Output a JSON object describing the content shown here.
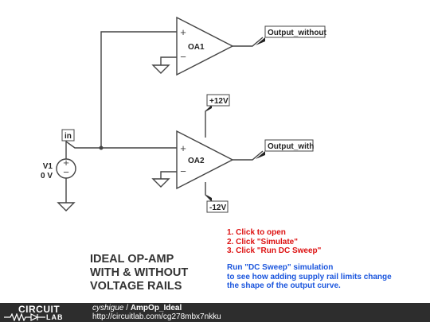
{
  "schematic": {
    "net_labels": {
      "in": "in",
      "output_without": "Output_without",
      "output_with": "Output_with",
      "pos_rail": "+12V",
      "neg_rail": "-12V"
    },
    "components": {
      "oa1": "OA1",
      "oa2": "OA2",
      "source_name": "V1",
      "source_value": "0 V"
    },
    "symbols": {
      "plus": "+",
      "minus": "−"
    }
  },
  "title": {
    "line1": "IDEAL OP-AMP",
    "line2": "WITH & WITHOUT",
    "line3": "VOLTAGE RAILS"
  },
  "instructions": {
    "step1": "1. Click to open",
    "step2": "2. Click \"Simulate\"",
    "step3": "3. Click \"Run DC Sweep\"",
    "note1": "Run \"DC Sweep\" simulation",
    "note2": "to see how adding supply rail limits change",
    "note3": "the shape of the output curve."
  },
  "footer": {
    "logo_top": "CIRCUIT",
    "logo_bottom": "LAB",
    "author": "cyshigue",
    "separator": " / ",
    "project": "AmpOp_Ideal",
    "url": "http://circuitlab.com/cg278mbx7nkku"
  },
  "colors": {
    "wire": "#444444",
    "red_text": "#dd1111",
    "blue_text": "#1a55dd",
    "footer_bg": "#2d2d2d"
  }
}
